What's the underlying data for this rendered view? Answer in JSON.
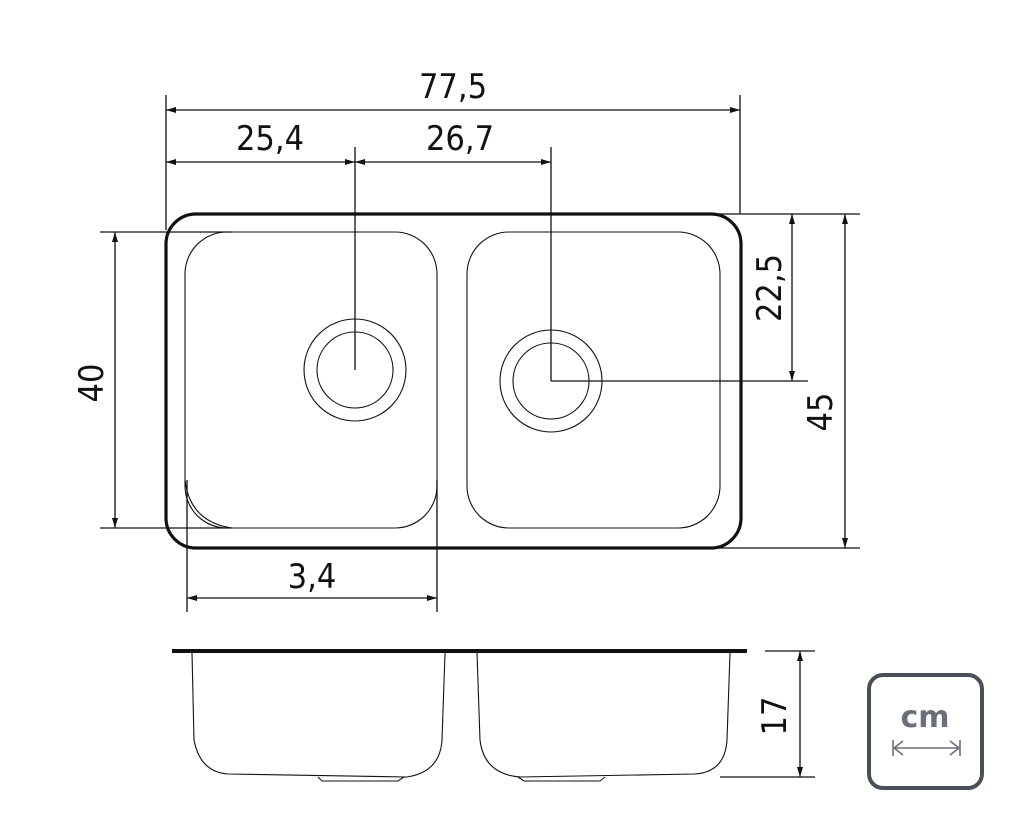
{
  "dimensions": {
    "total_width": "77,5",
    "left_drain_offset": "25,4",
    "drain_spacing": "26,7",
    "bowl_depth_inner": "40",
    "drain_from_top": "22,5",
    "total_depth": "45",
    "bowl_width": "3,4",
    "height": "17"
  },
  "unit_badge": {
    "label": "cm",
    "color": "#4a5058"
  }
}
